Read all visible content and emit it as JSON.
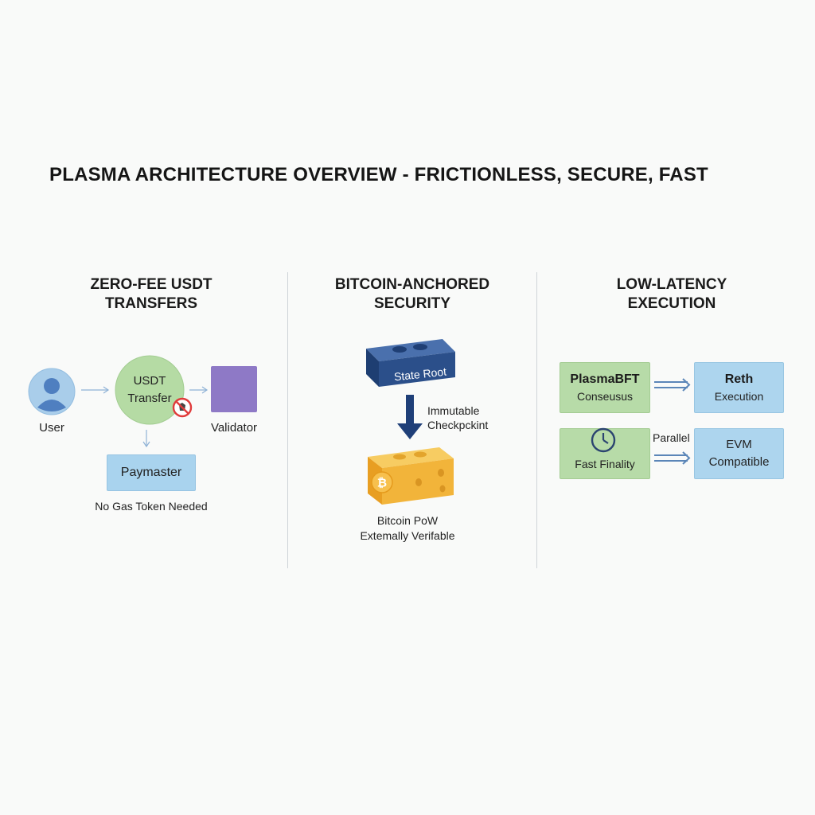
{
  "title": "PLASMA ARCHITECTURE OVERVIEW - FRICTIONLESS, SECURE, FAST",
  "columns": [
    {
      "title_line1": "ZERO-FEE USDT",
      "title_line2": "TRANSFERS",
      "user_label": "User",
      "transfer_line1": "USDT",
      "transfer_line2": "Transfer",
      "validator_label": "Validator",
      "paymaster_label": "Paymaster",
      "note": "No Gas Token Needed"
    },
    {
      "title_line1": "BITCOIN-ANCHORED",
      "title_line2": "SECURITY",
      "state_root_label": "State Root",
      "checkpoint_line1": "Immutable",
      "checkpoint_line2": "Checkpckint",
      "btc_line1": "Bitcoin PoW",
      "btc_line2": "Extemally Verifable"
    },
    {
      "title_line1": "LOW-LATENCY",
      "title_line2": "EXECUTION",
      "bft_title": "PlasmaBFT",
      "bft_sub": "Conseusus",
      "reth_title": "Reth",
      "reth_sub": "Execution",
      "finality_label": "Fast Finality",
      "parallel_label": "Parallel",
      "evm_line1": "EVM",
      "evm_line2": "Compatible"
    }
  ],
  "colors": {
    "user_circle": "#a9cdea",
    "transfer_circle": "#b5dba4",
    "validator_square": "#8e79c6",
    "paymaster_box": "#a9d3ee",
    "state_root_block": "#2b4f8a",
    "bitcoin_block": "#f2b43a",
    "green_box": "#b7dba8",
    "blue_box": "#add5ee",
    "arrow": "#5b86b8"
  },
  "icons": [
    "user-icon",
    "no-fee-icon",
    "bitcoin-icon",
    "clock-icon"
  ]
}
